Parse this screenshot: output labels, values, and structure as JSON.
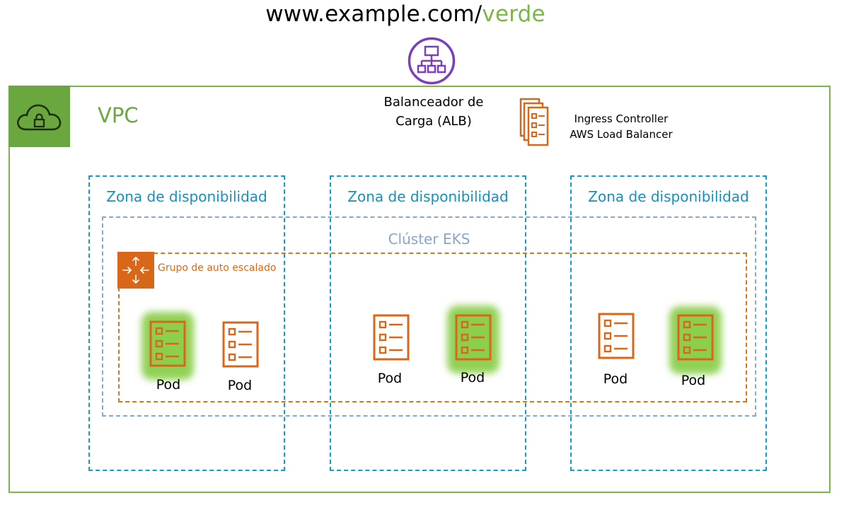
{
  "header": {
    "url_base": "www.example.com/",
    "url_path": "verde"
  },
  "vpc": {
    "label": "VPC"
  },
  "load_balancer": {
    "line1": "Balanceador de",
    "line2": "Carga (ALB)"
  },
  "ingress": {
    "line1": "Ingress Controller",
    "line2": "AWS Load Balancer"
  },
  "availability_zones": [
    {
      "label": "Zona de disponibilidad"
    },
    {
      "label": "Zona de disponibilidad"
    },
    {
      "label": "Zona de disponibilidad"
    }
  ],
  "eks_cluster": {
    "label": "Clúster EKS"
  },
  "auto_scaling_group": {
    "label": "Grupo de auto escalado"
  },
  "pods": [
    {
      "label": "Pod",
      "highlighted": true
    },
    {
      "label": "Pod",
      "highlighted": false
    },
    {
      "label": "Pod",
      "highlighted": false
    },
    {
      "label": "Pod",
      "highlighted": true
    },
    {
      "label": "Pod",
      "highlighted": false
    },
    {
      "label": "Pod",
      "highlighted": true
    }
  ],
  "colors": {
    "vpc_green": "#6aa83f",
    "az_blue": "#149dc4",
    "eks_gray_blue": "#8aa7c6",
    "asg_orange": "#d9671a",
    "alb_purple": "#7a3fbd",
    "highlight_green": "#8ccf4d"
  }
}
